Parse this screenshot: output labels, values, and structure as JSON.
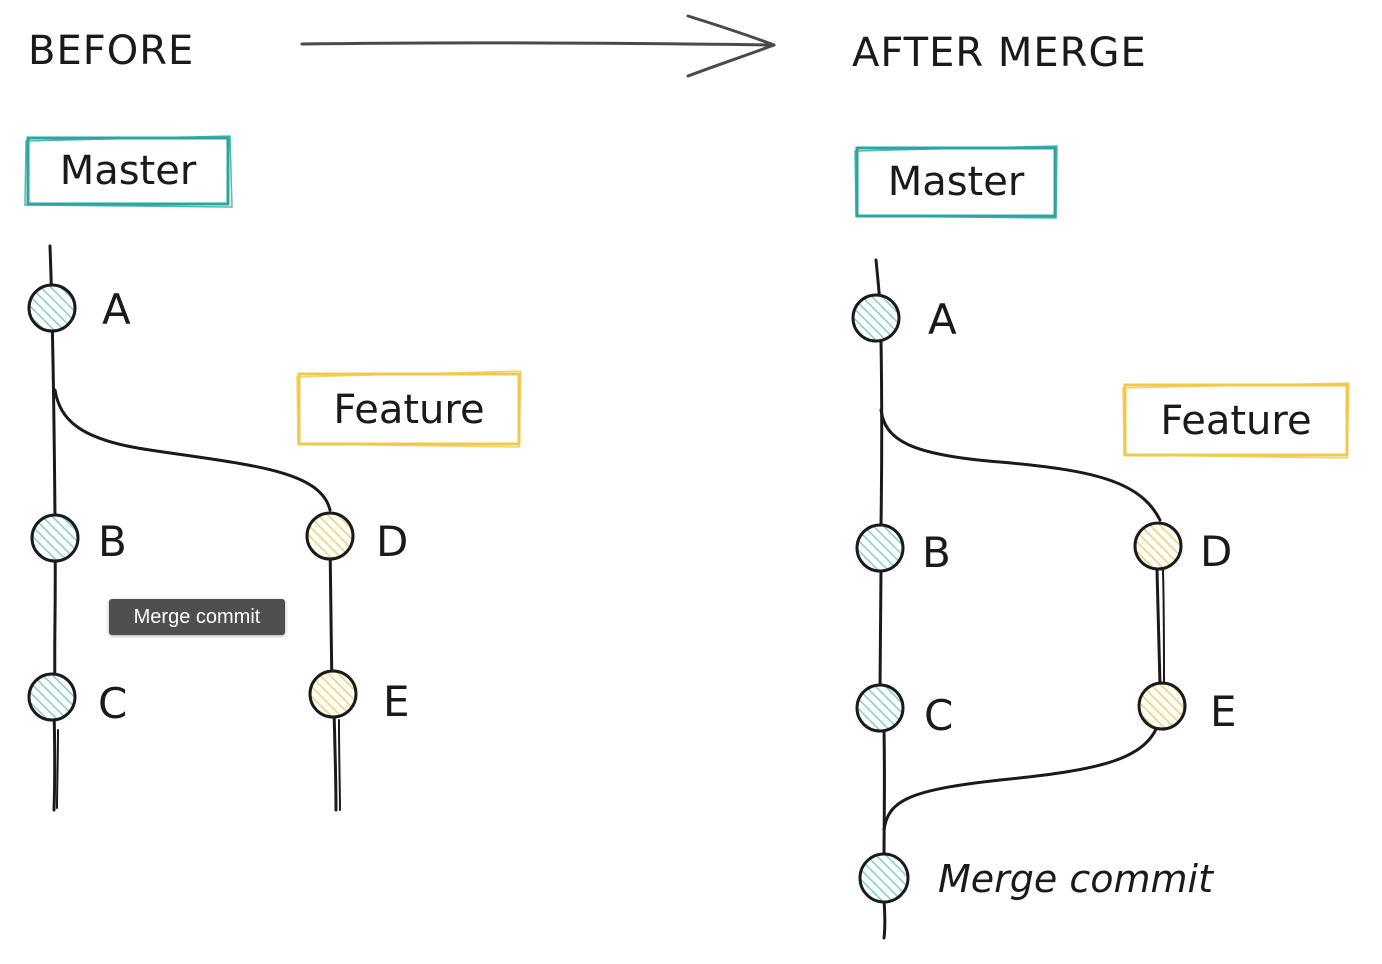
{
  "headings": {
    "before": "BEFORE",
    "after": "AFTER MERGE"
  },
  "before": {
    "master_label": "Master",
    "feature_label": "Feature",
    "commits": {
      "A": "A",
      "B": "B",
      "C": "C",
      "D": "D",
      "E": "E"
    }
  },
  "after": {
    "master_label": "Master",
    "feature_label": "Feature",
    "commits": {
      "A": "A",
      "B": "B",
      "C": "C",
      "D": "D",
      "E": "E"
    },
    "merge_commit_label": "Merge commit"
  },
  "tooltip": {
    "text": "Merge commit"
  },
  "colors": {
    "master": "#2aa6a0",
    "master_fill": "#7fd0cc",
    "feature": "#f0c94a",
    "feature_fill": "#f6d985",
    "ink": "#1a1a1a",
    "arrow": "#4a4a4a"
  }
}
